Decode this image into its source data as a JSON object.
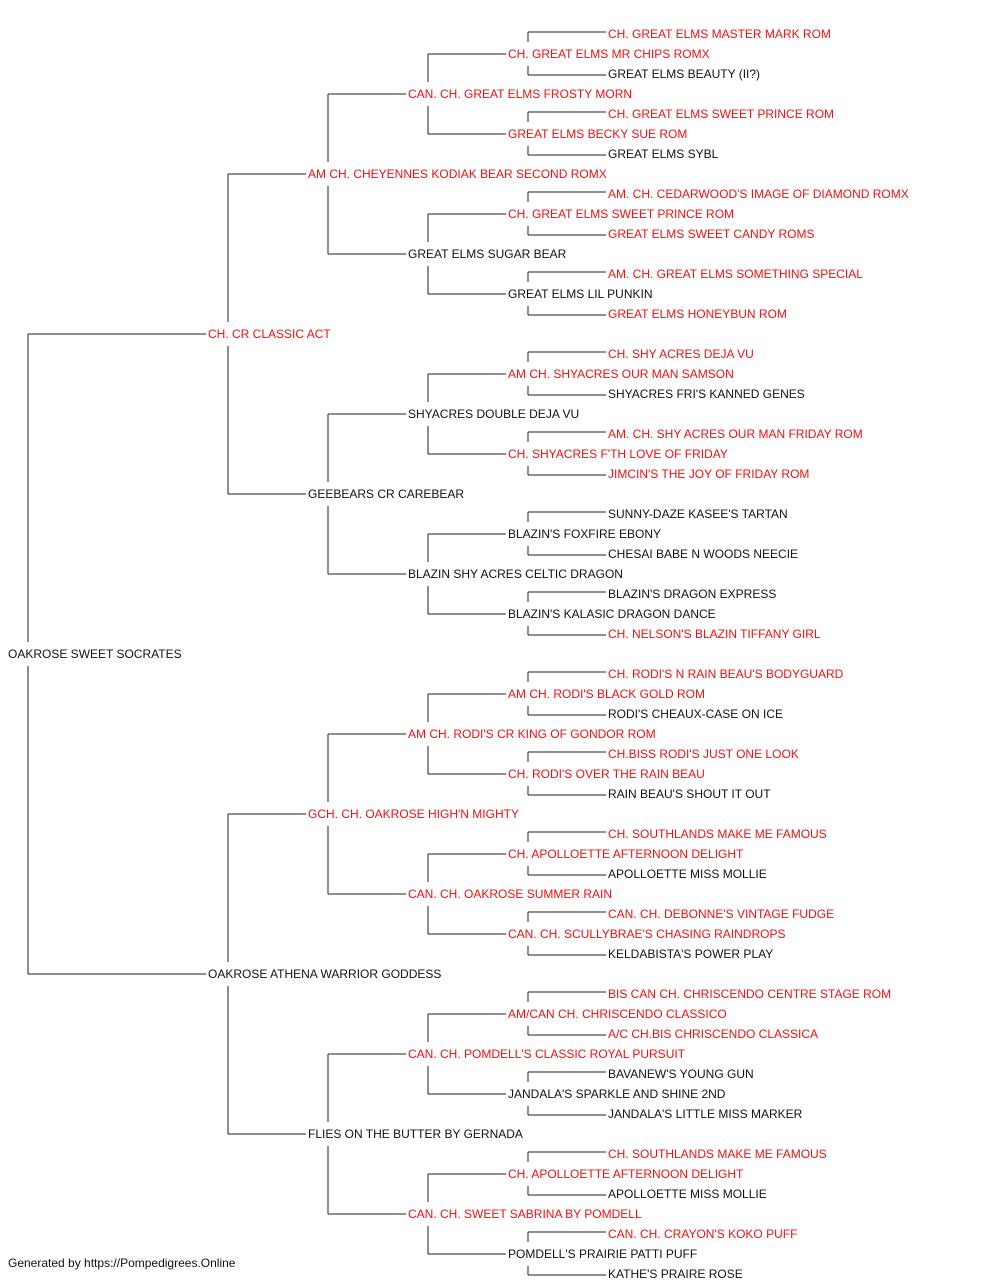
{
  "colors": {
    "titled": "#ee1111",
    "normal": "#111111",
    "line": "#222222"
  },
  "pedigree": {
    "name": "OAKROSE SWEET SOCRATES",
    "titled": false,
    "sire": {
      "name": "CH. CR CLASSIC ACT",
      "titled": true,
      "sire": {
        "name": "AM CH. CHEYENNES KODIAK BEAR SECOND ROMX",
        "titled": true,
        "sire": {
          "name": "CAN. CH. GREAT ELMS FROSTY MORN",
          "titled": true,
          "sire": {
            "name": "CH. GREAT ELMS MR CHIPS ROMX",
            "titled": true,
            "sire": {
              "name": "CH. GREAT ELMS MASTER MARK ROM",
              "titled": true
            },
            "dam": {
              "name": "GREAT ELMS BEAUTY (II?)",
              "titled": false
            }
          },
          "dam": {
            "name": "GREAT ELMS BECKY SUE ROM",
            "titled": true,
            "sire": {
              "name": "CH. GREAT ELMS SWEET PRINCE ROM",
              "titled": true
            },
            "dam": {
              "name": "GREAT ELMS SYBL",
              "titled": false
            }
          }
        },
        "dam": {
          "name": "GREAT ELMS SUGAR BEAR",
          "titled": false,
          "sire": {
            "name": "CH. GREAT ELMS SWEET PRINCE ROM",
            "titled": true,
            "sire": {
              "name": "AM. CH. CEDARWOOD'S IMAGE OF DIAMOND ROMX",
              "titled": true
            },
            "dam": {
              "name": "GREAT ELMS SWEET CANDY ROMS",
              "titled": true
            }
          },
          "dam": {
            "name": "GREAT ELMS LIL PUNKIN",
            "titled": false,
            "sire": {
              "name": "AM. CH. GREAT ELMS SOMETHING SPECIAL",
              "titled": true
            },
            "dam": {
              "name": "GREAT ELMS HONEYBUN ROM",
              "titled": true
            }
          }
        }
      },
      "dam": {
        "name": "GEEBEARS CR CAREBEAR",
        "titled": false,
        "sire": {
          "name": "SHYACRES DOUBLE DEJA VU",
          "titled": false,
          "sire": {
            "name": "AM CH. SHYACRES OUR MAN SAMSON",
            "titled": true,
            "sire": {
              "name": "CH. SHY ACRES DEJA VU",
              "titled": true
            },
            "dam": {
              "name": "SHYACRES FRI'S KANNED GENES",
              "titled": false
            }
          },
          "dam": {
            "name": "CH. SHYACRES F'TH LOVE OF FRIDAY",
            "titled": true,
            "sire": {
              "name": "AM. CH. SHY ACRES OUR MAN FRIDAY ROM",
              "titled": true
            },
            "dam": {
              "name": "JIMCIN'S THE JOY OF FRIDAY ROM",
              "titled": true
            }
          }
        },
        "dam": {
          "name": "BLAZIN SHY ACRES CELTIC DRAGON",
          "titled": false,
          "sire": {
            "name": "BLAZIN'S FOXFIRE EBONY",
            "titled": false,
            "sire": {
              "name": "SUNNY-DAZE KASEE'S TARTAN",
              "titled": false
            },
            "dam": {
              "name": "CHESAI BABE N WOODS NEECIE",
              "titled": false
            }
          },
          "dam": {
            "name": "BLAZIN'S KALASIC DRAGON DANCE",
            "titled": false,
            "sire": {
              "name": "BLAZIN'S DRAGON EXPRESS",
              "titled": false
            },
            "dam": {
              "name": "CH. NELSON'S BLAZIN TIFFANY GIRL",
              "titled": true
            }
          }
        }
      }
    },
    "dam": {
      "name": "OAKROSE ATHENA WARRIOR GODDESS",
      "titled": false,
      "sire": {
        "name": "GCH. CH. OAKROSE HIGH'N MIGHTY",
        "titled": true,
        "sire": {
          "name": "AM CH. RODI'S CR KING OF GONDOR ROM",
          "titled": true,
          "sire": {
            "name": "AM CH. RODI'S BLACK GOLD ROM",
            "titled": true,
            "sire": {
              "name": "CH. RODI'S N RAIN BEAU'S BODYGUARD",
              "titled": true
            },
            "dam": {
              "name": "RODI'S CHEAUX-CASE ON ICE",
              "titled": false
            }
          },
          "dam": {
            "name": "CH. RODI'S OVER THE RAIN BEAU",
            "titled": true,
            "sire": {
              "name": "CH.BISS RODI'S JUST ONE LOOK",
              "titled": true
            },
            "dam": {
              "name": "RAIN BEAU'S SHOUT IT OUT",
              "titled": false
            }
          }
        },
        "dam": {
          "name": "CAN. CH. OAKROSE SUMMER RAIN",
          "titled": true,
          "sire": {
            "name": "CH. APOLLOETTE AFTERNOON DELIGHT",
            "titled": true,
            "sire": {
              "name": "CH. SOUTHLANDS MAKE ME FAMOUS",
              "titled": true
            },
            "dam": {
              "name": "APOLLOETTE MISS MOLLIE",
              "titled": false
            }
          },
          "dam": {
            "name": "CAN. CH. SCULLYBRAE'S CHASING RAINDROPS",
            "titled": true,
            "sire": {
              "name": "CAN. CH. DEBONNE'S VINTAGE FUDGE",
              "titled": true
            },
            "dam": {
              "name": "KELDABISTA'S POWER PLAY",
              "titled": false
            }
          }
        }
      },
      "dam": {
        "name": "FLIES ON THE BUTTER BY GERNADA",
        "titled": false,
        "sire": {
          "name": "CAN. CH. POMDELL'S CLASSIC ROYAL PURSUIT",
          "titled": true,
          "sire": {
            "name": "AM/CAN CH. CHRISCENDO CLASSICO",
            "titled": true,
            "sire": {
              "name": "BIS CAN CH. CHRISCENDO CENTRE STAGE ROM",
              "titled": true
            },
            "dam": {
              "name": "A/C CH.BIS CHRISCENDO CLASSICA",
              "titled": true
            }
          },
          "dam": {
            "name": "JANDALA'S SPARKLE AND SHINE 2ND",
            "titled": false,
            "sire": {
              "name": "BAVANEW'S YOUNG GUN",
              "titled": false
            },
            "dam": {
              "name": "JANDALA'S LITTLE MISS MARKER",
              "titled": false
            }
          }
        },
        "dam": {
          "name": "CAN. CH. SWEET SABRINA BY POMDELL",
          "titled": true,
          "sire": {
            "name": "CH. APOLLOETTE AFTERNOON DELIGHT",
            "titled": true,
            "sire": {
              "name": "CH. SOUTHLANDS MAKE ME FAMOUS",
              "titled": true
            },
            "dam": {
              "name": "APOLLOETTE MISS MOLLIE",
              "titled": false
            }
          },
          "dam": {
            "name": "POMDELL'S PRAIRIE PATTI PUFF",
            "titled": false,
            "sire": {
              "name": "CAN. CH. CRAYON'S KOKO PUFF",
              "titled": true
            },
            "dam": {
              "name": "KATHE'S PRAIRE ROSE",
              "titled": false
            }
          }
        }
      }
    }
  },
  "footer": {
    "text": "Generated by https://Pompedigrees.Online"
  }
}
